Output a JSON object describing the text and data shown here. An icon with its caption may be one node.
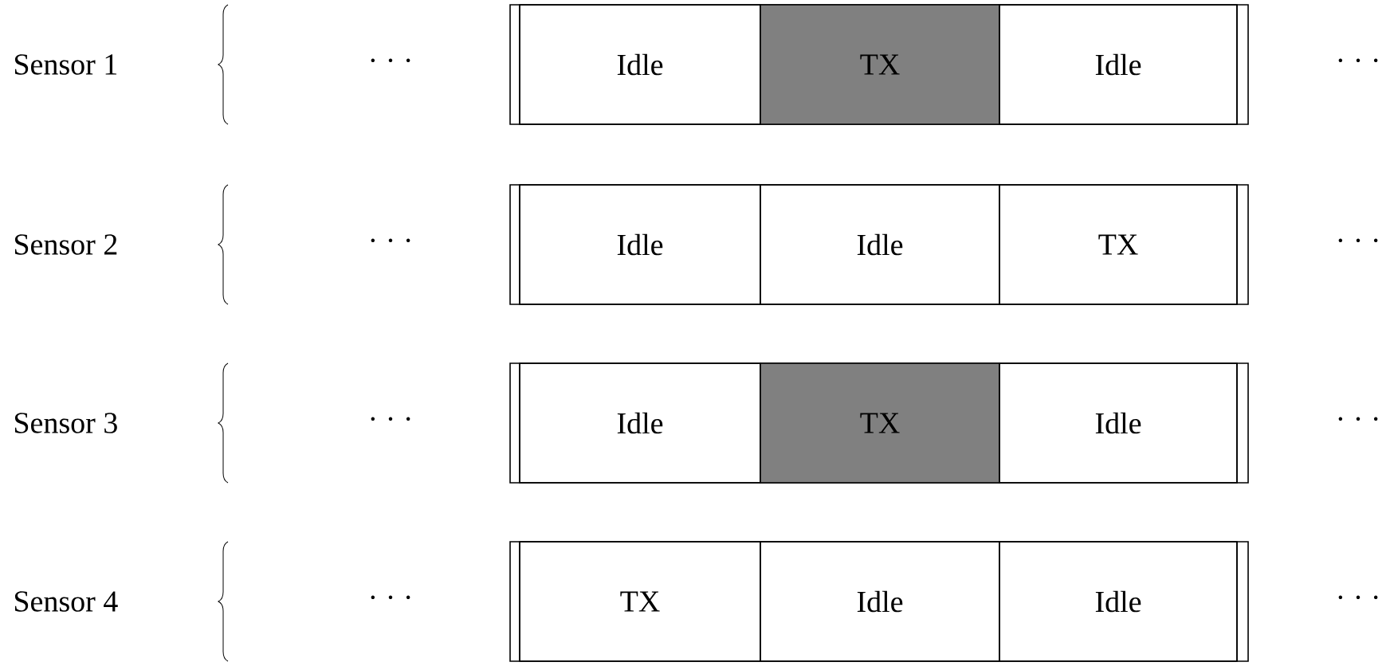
{
  "diagram": {
    "nodes": [
      {
        "text": [
          "Idle"
        ]
      },
      {
        "text": [
          "TX"
        ]
      },
      {
        "text": [
          "Idle"
        ]
      },
      {
        "text": [
          "Idle"
        ]
      },
      {
        "text": [
          "Idle"
        ]
      },
      {
        "text": [
          "TX"
        ]
      },
      {
        "text": [
          "Idle"
        ]
      },
      {
        "text": [
          "TX"
        ]
      },
      {
        "text": [
          "Idle"
        ]
      },
      {
        "text": [
          "TX"
        ]
      },
      {
        "text": [
          "Idle"
        ]
      },
      {
        "text": [
          "Idle"
        ]
      }
    ],
    "labels": [
      "Sensor 1",
      "· · ·",
      "· · ·",
      "Sensor 2",
      "· · ·",
      "· · ·",
      "Sensor 3",
      "· · ·",
      "· · ·",
      "Sensor 4",
      "· · ·",
      "· · ·"
    ]
  }
}
